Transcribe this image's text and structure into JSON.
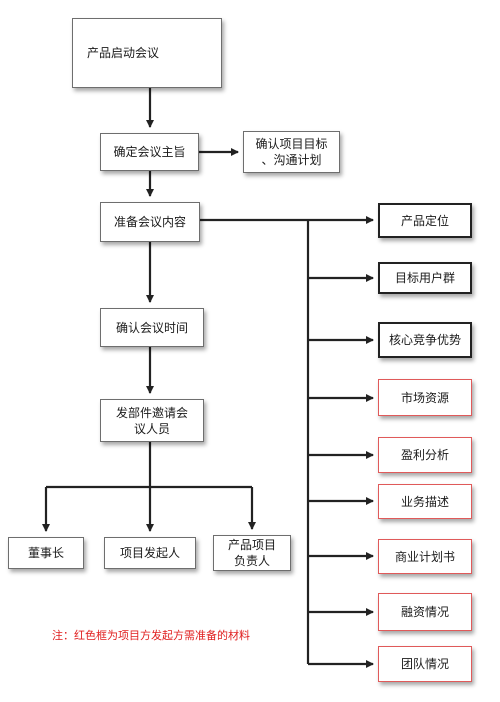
{
  "nodes": {
    "kickoff": "产品启动会议",
    "confirm_purpose": "确定会议主旨",
    "confirm_goals": "确认项目目标\n、沟通计划",
    "prepare_content": "准备会议内容",
    "confirm_time": "确认会议时间",
    "send_invite": "发部件邀请会\n议人员",
    "chairman": "董事长",
    "initiator": "项目发起人",
    "product_owner": "产品项目\n负责人",
    "positioning": "产品定位",
    "target_users": "目标用户群",
    "core_advantage": "核心竞争优势",
    "market_resources": "市场资源",
    "profit_analysis": "盈利分析",
    "business_desc": "业务描述",
    "business_plan": "商业计划书",
    "financing": "融资情况",
    "team": "团队情况"
  },
  "note": "注：红色框为项目方发起方需准备的材料",
  "colors": {
    "red_border": "#e05a5a",
    "note_text": "#e02020",
    "line": "#222222"
  }
}
